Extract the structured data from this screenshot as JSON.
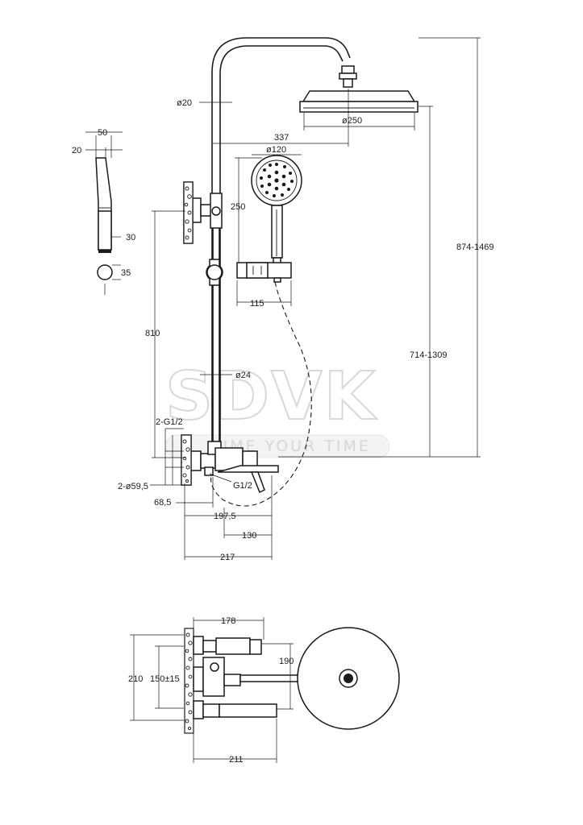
{
  "watermark": {
    "brand": "SDVK",
    "slogan": "TIME YOUR TIME"
  },
  "dimensions": {
    "handshower_width": "50",
    "handshower_thickness": "20",
    "handle_width": "30",
    "handle_diameter": "35",
    "rail_diameter_top": "ø20",
    "head_diameter": "ø250",
    "arm_reach": "337",
    "hand_head_diameter": "ø120",
    "holder_height": "250",
    "holder_width": "115",
    "height_range_total": "874-1469",
    "height_range_head": "714-1309",
    "rail_length": "810",
    "rail_diameter": "ø24",
    "inlets": "2-G1/2",
    "flanges": "2-ø59,5",
    "outlet_thread": "G1/2",
    "wall_to_rail": "68,5",
    "wall_to_spout": "197,5",
    "spout_length": "130",
    "total_depth": "217",
    "top_mixer_width": "178",
    "top_rail_offset": "190",
    "top_height": "210",
    "top_center_distance": "150±15",
    "top_depth": "211"
  }
}
